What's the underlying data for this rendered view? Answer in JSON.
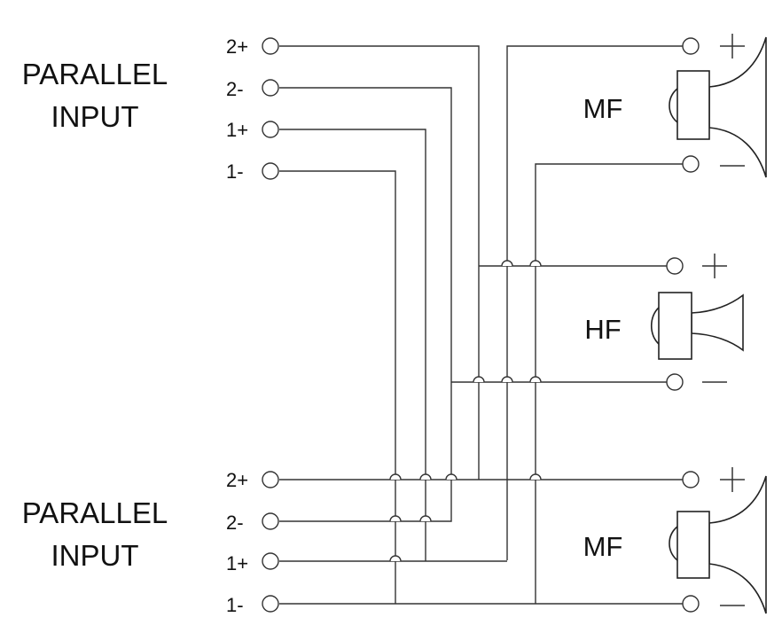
{
  "inputs": {
    "top": {
      "title_line1": "PARALLEL",
      "title_line2": "INPUT",
      "pins": [
        "2+",
        "2-",
        "1+",
        "1-"
      ]
    },
    "bottom": {
      "title_line1": "PARALLEL",
      "title_line2": "INPUT",
      "pins": [
        "2+",
        "2-",
        "1+",
        "1-"
      ]
    }
  },
  "drivers": {
    "mf_top": {
      "label": "MF",
      "icon": "horn-speaker-icon"
    },
    "hf": {
      "label": "HF",
      "icon": "horn-tweeter-icon"
    },
    "mf_bottom": {
      "label": "MF",
      "icon": "horn-speaker-icon"
    }
  }
}
